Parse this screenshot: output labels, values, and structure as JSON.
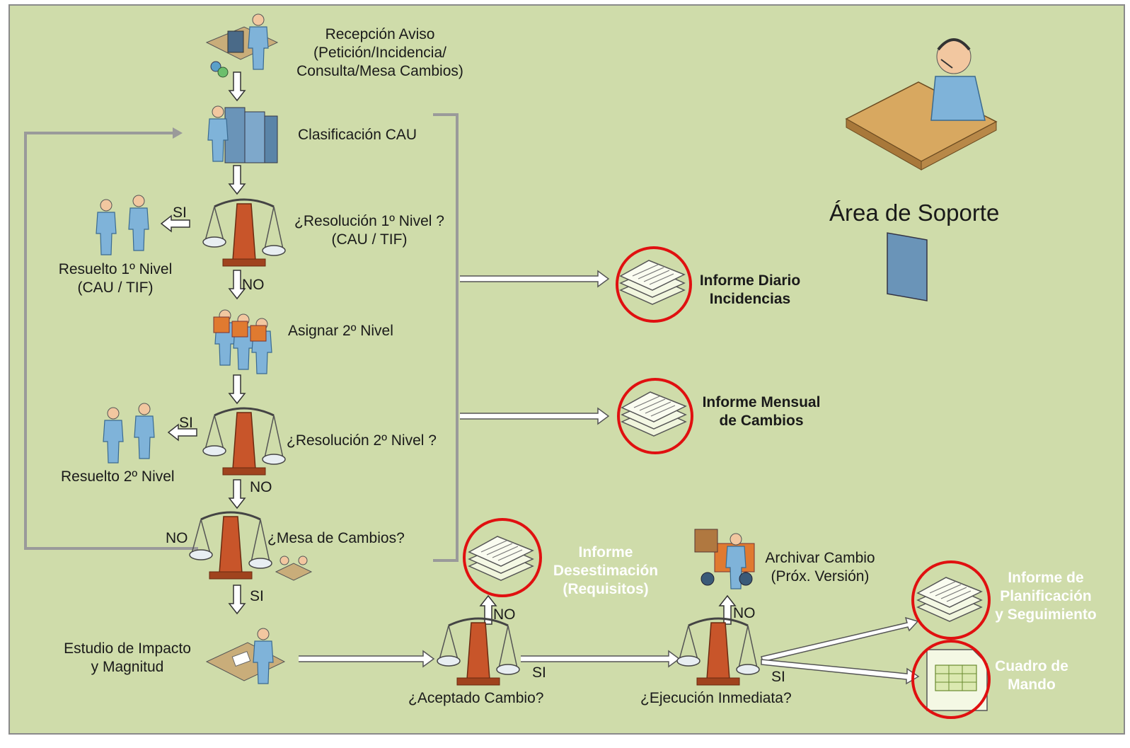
{
  "title": "Área de Soporte",
  "steps": {
    "reception": "Recepción Aviso\n(Petición/Incidencia/\nConsulta/Mesa Cambios)",
    "classification": "Clasificación CAU",
    "resolution1": "¿Resolución 1º Nivel ?\n(CAU / TIF)",
    "resolved1": "Resuelto 1º Nivel\n(CAU / TIF)",
    "assign2": "Asignar 2º Nivel",
    "resolution2": "¿Resolución 2º Nivel ?",
    "resolved2": "Resuelto 2º Nivel",
    "change_board": "¿Mesa de Cambios?",
    "impact_study": "Estudio de Impacto\ny Magnitud",
    "accepted": "¿Aceptado Cambio?",
    "immediate": "¿Ejecución Inmediata?",
    "archive": "Archivar Cambio\n(Próx. Versión)"
  },
  "edge_labels": {
    "si_res1": "SI",
    "no_res1": "NO",
    "si_res2": "SI",
    "no_res2": "NO",
    "no_board": "NO",
    "si_board": "SI",
    "si_accepted": "SI",
    "no_accepted": "NO",
    "no_immediate": "NO",
    "si_immediate": "SI"
  },
  "reports": {
    "daily": "Informe Diario\nIncidencias",
    "monthly": "Informe Mensual\nde Cambios",
    "dismissal": "Informe\nDesestimación\n(Requisitos)",
    "planning": "Informe de\nPlanificación\ny Seguimiento",
    "dashboard": "Cuadro de\nMando"
  },
  "colors": {
    "background": "#cfdcaa",
    "highlight_circle": "#e01010",
    "connector": "#9a9a9a",
    "scale_pillar": "#c8552a",
    "person": "#7fb3d9"
  }
}
